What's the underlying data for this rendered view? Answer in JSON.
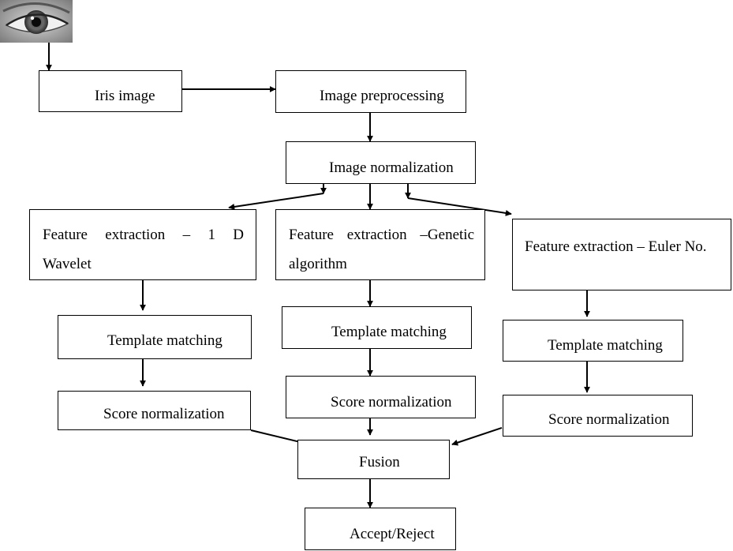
{
  "nodes": {
    "iris_image": "Iris image",
    "preprocessing": "Image preprocessing",
    "normalization": "Image normalization",
    "feat_wavelet_line1": "Feature extraction – 1 D",
    "feat_wavelet_line2": "Wavelet",
    "feat_genetic_line1": "Feature extraction –Genetic",
    "feat_genetic_line2": "algorithm",
    "feat_euler": "Feature extraction – Euler No.",
    "template_matching_1": "Template matching",
    "template_matching_2": "Template matching",
    "template_matching_3": "Template matching",
    "score_normalization_1": "Score normalization",
    "score_normalization_2": "Score normalization",
    "score_normalization_3": "Score normalization",
    "fusion": "Fusion",
    "decision": "Accept/Reject"
  },
  "colors": {
    "line": "#000000",
    "background": "#ffffff"
  },
  "icons": {
    "input_picture": "eye-photo-icon"
  }
}
